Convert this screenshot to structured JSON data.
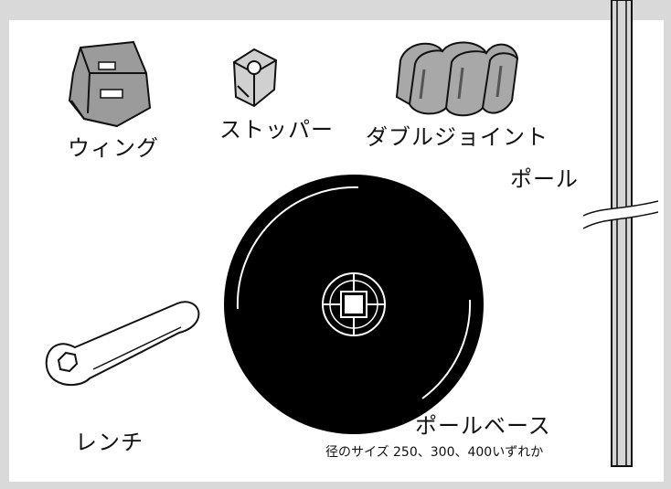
{
  "parts": {
    "wing": "ウィング",
    "stopper": "ストッパー",
    "double_joint": "ダブルジョイント",
    "pole": "ポール",
    "wrench": "レンチ",
    "pole_base": "ポールベース",
    "base_size_note": "径のサイズ 250、300、400いずれか"
  }
}
